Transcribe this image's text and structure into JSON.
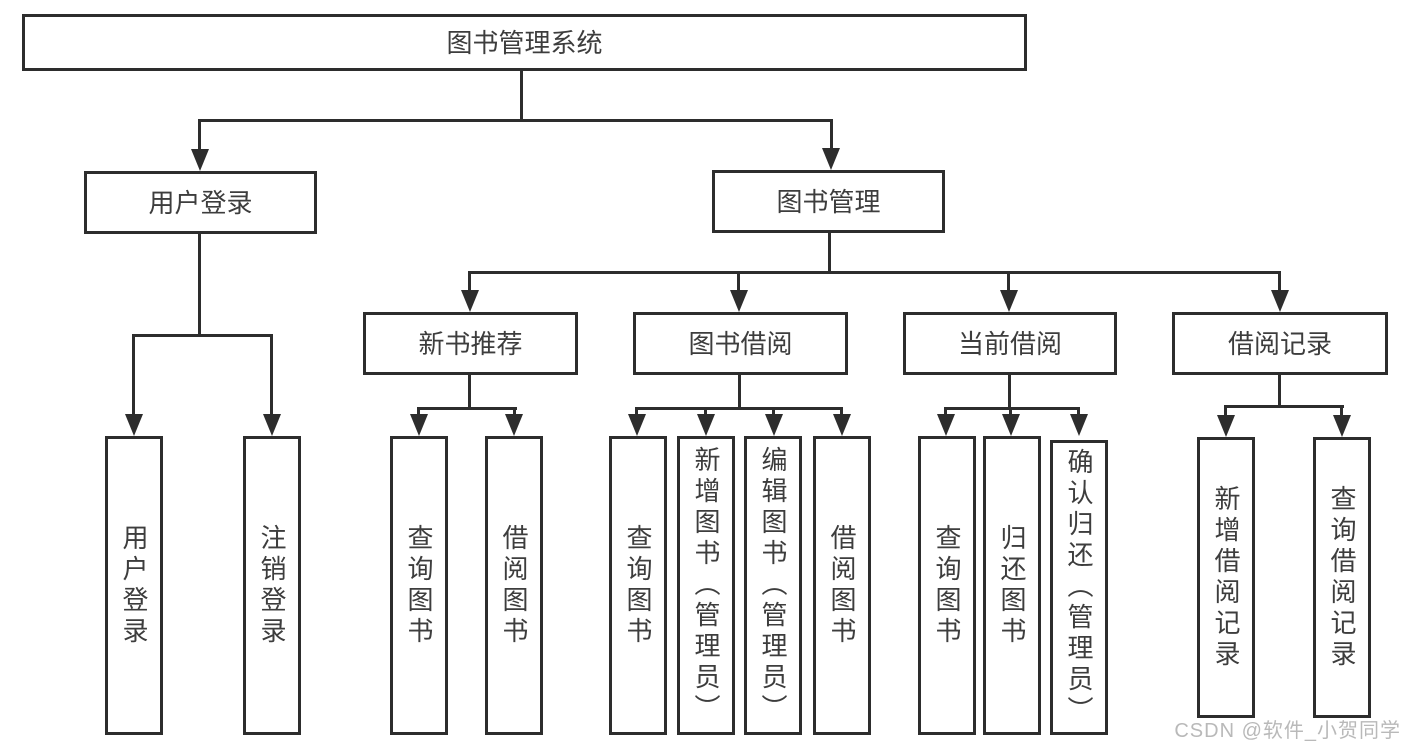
{
  "diagram": {
    "type": "hierarchy-tree",
    "title": "图书管理系统",
    "tree": {
      "root": {
        "label": "图书管理系统"
      },
      "level2": [
        {
          "label": "用户登录",
          "children": [
            {
              "label": "用户登录"
            },
            {
              "label": "注销登录"
            }
          ]
        },
        {
          "label": "图书管理"
        }
      ],
      "level3": [
        {
          "label": "新书推荐",
          "children": [
            {
              "label": "查询图书"
            },
            {
              "label": "借阅图书"
            }
          ]
        },
        {
          "label": "图书借阅",
          "children": [
            {
              "label": "查询图书"
            },
            {
              "label": "新增图书（管理员）"
            },
            {
              "label": "编辑图书（管理员）"
            },
            {
              "label": "借阅图书"
            }
          ]
        },
        {
          "label": "当前借阅",
          "children": [
            {
              "label": "查询图书"
            },
            {
              "label": "归还图书"
            },
            {
              "label": "确认归还（管理员）"
            }
          ]
        },
        {
          "label": "借阅记录",
          "children": [
            {
              "label": "新增借阅记录"
            },
            {
              "label": "查询借阅记录"
            }
          ]
        }
      ]
    },
    "colors": {
      "line": "#2d2d2d",
      "text": "#3d3d3d",
      "background": "#ffffff",
      "watermark": "#b9b9b9"
    },
    "watermark": {
      "text": "CSDN @软件_小贺同学"
    }
  }
}
